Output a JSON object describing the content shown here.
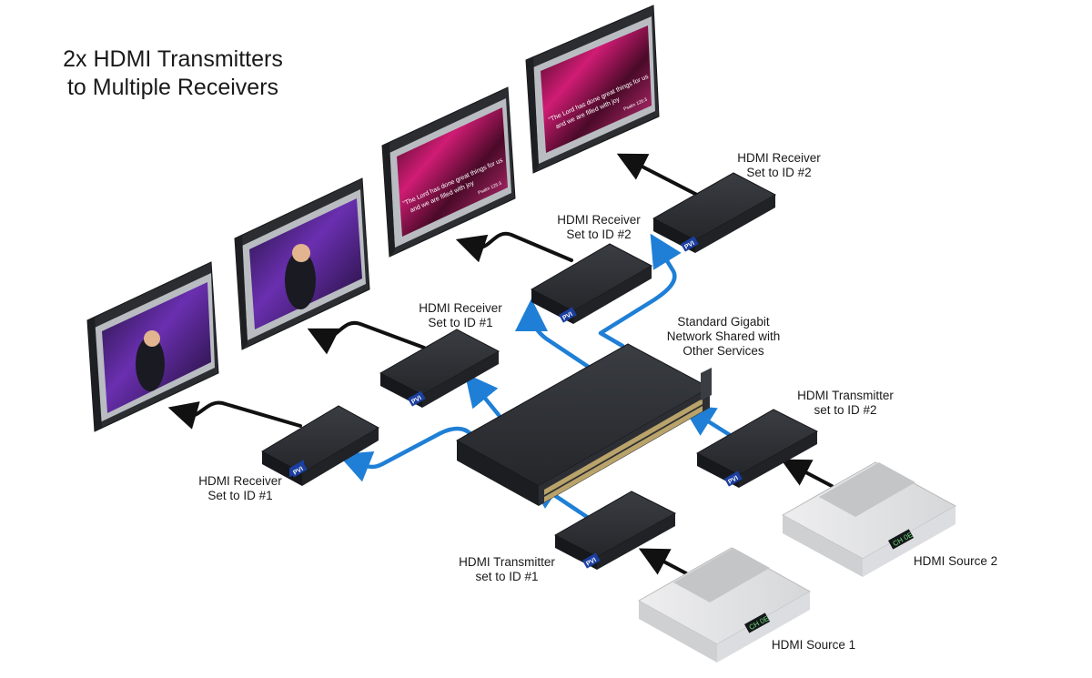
{
  "title_line1": "2x HDMI Transmitters",
  "title_line2": "to Multiple Receivers",
  "brand": "PVI",
  "source_display_1": "CH 0E",
  "source_display_2": "CH 0E",
  "screen_quote_line1": "\"The Lord has done great things for us",
  "screen_quote_line2": "and we are filled with joy",
  "screen_quote_ref": "Psalm 126:3",
  "labels": {
    "rx1_left": [
      "HDMI Receiver",
      "Set to ID #1"
    ],
    "rx1_mid": [
      "HDMI Receiver",
      "Set to ID #1"
    ],
    "rx2_mid": [
      "HDMI Receiver",
      "Set to ID #2"
    ],
    "rx2_right": [
      "HDMI Receiver",
      "Set to ID #2"
    ],
    "switch": [
      "Standard Gigabit",
      "Network Shared with",
      "Other Services"
    ],
    "tx1": [
      "HDMI Transmitter",
      "set to ID #1"
    ],
    "tx2": [
      "HDMI Transmitter",
      "set to ID #2"
    ],
    "source1": "HDMI Source 1",
    "source2": "HDMI Source 2"
  },
  "colors": {
    "network_link": "#1f7fd6",
    "hdmi_link": "#111111",
    "device_body": "#2a2c30",
    "source_body": "#e3e4e6",
    "brand_badge": "#1b3fa0"
  }
}
